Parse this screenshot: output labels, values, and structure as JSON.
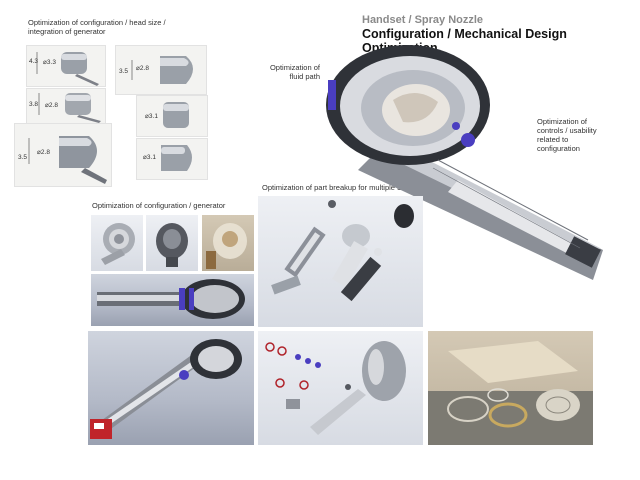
{
  "header": {
    "subtitle": "Handset / Spray Nozzle",
    "title": "Configuration / Mechanical Design Optimization"
  },
  "captions": {
    "head_size": "Optimization of configuration / head size / integration of generator",
    "fluid_path": "Optimization of fluid path",
    "controls": "Optimization of controls / usability related to configuration",
    "part_breakup": "Optimization of part breakup for multiple SKU's",
    "generator": "Optimization of configuration / generator"
  },
  "dimensions": {
    "thumb1_a": "4.3",
    "thumb1_b": "⌀3.3",
    "thumb2": "3.5",
    "thumb2_b": "⌀2.8",
    "thumb3_a": "3.8",
    "thumb3_b": "⌀2.8",
    "thumb4": "⌀3.1",
    "thumb5_a": "3.5",
    "thumb5_b": "⌀2.8",
    "thumb6": "⌀3.1"
  },
  "colors": {
    "accent_purple": "#4a3ec0",
    "metal_light": "#e8e9ec",
    "metal_dark": "#5c5f66",
    "red_part": "#c0242a"
  }
}
